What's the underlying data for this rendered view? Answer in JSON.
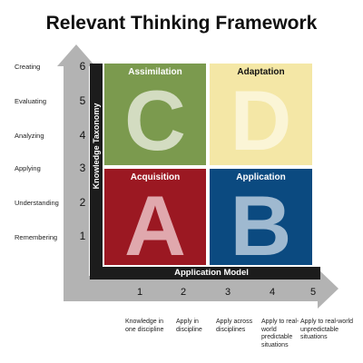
{
  "title": "Relevant Thinking Framework",
  "y_axis": {
    "title": "Knowledge Taxonomy",
    "levels": [
      {
        "num": "6",
        "label": "Creating"
      },
      {
        "num": "5",
        "label": "Evaluating"
      },
      {
        "num": "4",
        "label": "Analyzing"
      },
      {
        "num": "3",
        "label": "Applying"
      },
      {
        "num": "2",
        "label": "Understanding"
      },
      {
        "num": "1",
        "label": "Remembering"
      }
    ]
  },
  "x_axis": {
    "title": "Application Model",
    "levels": [
      {
        "num": "1",
        "desc": "Knowledge in one discipline"
      },
      {
        "num": "2",
        "desc": "Apply in discipline"
      },
      {
        "num": "3",
        "desc": "Apply across disciplines"
      },
      {
        "num": "4",
        "desc": "Apply to real-world predictable situations"
      },
      {
        "num": "5",
        "desc": "Apply to real-world unpredictable situations"
      }
    ]
  },
  "quadrants": {
    "c": {
      "title": "Assimilation",
      "letter": "C",
      "bg": "#7b9a4e",
      "title_color": "#ffffff",
      "letter_color": "#d3dcc1"
    },
    "d": {
      "title": "Adaptation",
      "letter": "D",
      "bg": "#f4e7a6",
      "title_color": "#111111",
      "letter_color": "#fbf5d6"
    },
    "a": {
      "title": "Acquisition",
      "letter": "A",
      "bg": "#9b1822",
      "title_color": "#ffffff",
      "letter_color": "#e0a8ad"
    },
    "b": {
      "title": "Application",
      "letter": "B",
      "bg": "#0b4a80",
      "title_color": "#ffffff",
      "letter_color": "#9fb9d0"
    }
  },
  "colors": {
    "arrow": "#b3b3b3",
    "axis_bar": "#1c1c1c"
  }
}
